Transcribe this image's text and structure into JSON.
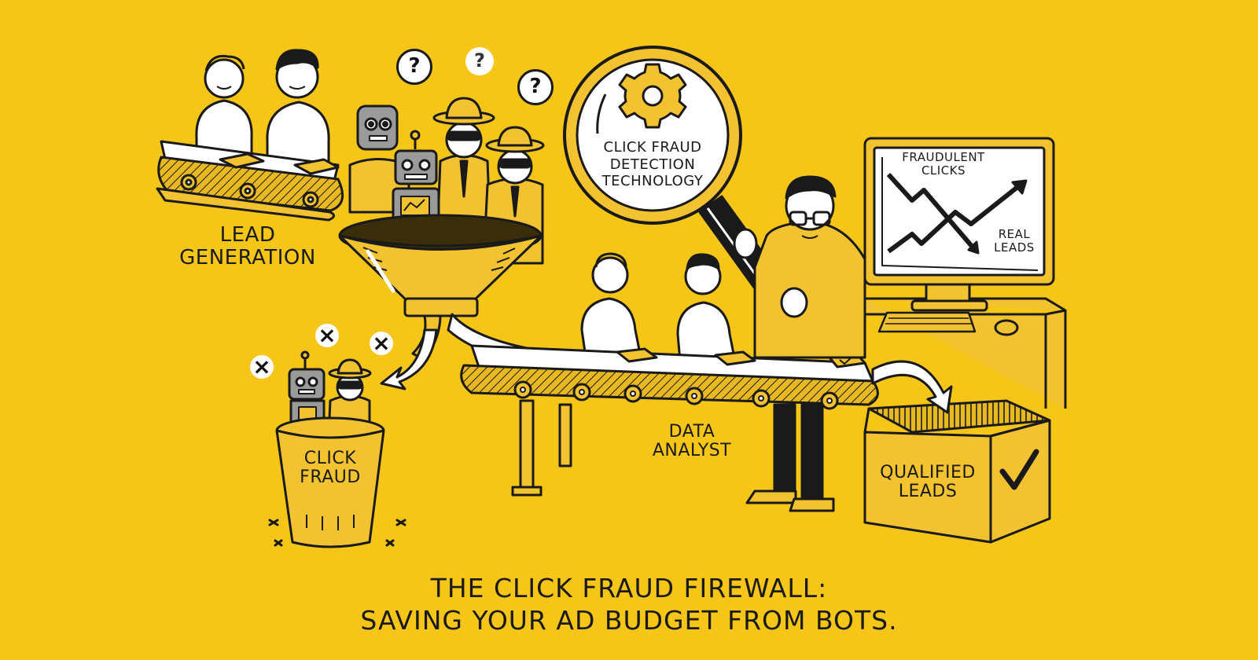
{
  "illustration": {
    "background_color": "#f5c518",
    "ink_color": "#1a1a1a",
    "accent_color": "#f2c230",
    "robot_color": "#9a9a9a"
  },
  "labels": {
    "lead_generation": [
      "LEAD",
      "GENERATION"
    ],
    "magnifier": [
      "CLICK FRAUD",
      "DETECTION",
      "TECHNOLOGY"
    ],
    "monitor_top": [
      "FRAUDULENT",
      "CLICKS"
    ],
    "monitor_bottom": [
      "REAL",
      "LEADS"
    ],
    "trash_bin": [
      "CLICK",
      "FRAUD"
    ],
    "data_analyst": [
      "DATA",
      "ANALYST"
    ],
    "qualified_box": [
      "QUALIFIED",
      "LEADS"
    ]
  },
  "bubbles": {
    "question": "?",
    "reject": "×"
  },
  "caption": {
    "line1": "THE CLICK FRAUD FIREWALL:",
    "line2": "SAVING YOUR AD BUDGET FROM BOTS."
  }
}
